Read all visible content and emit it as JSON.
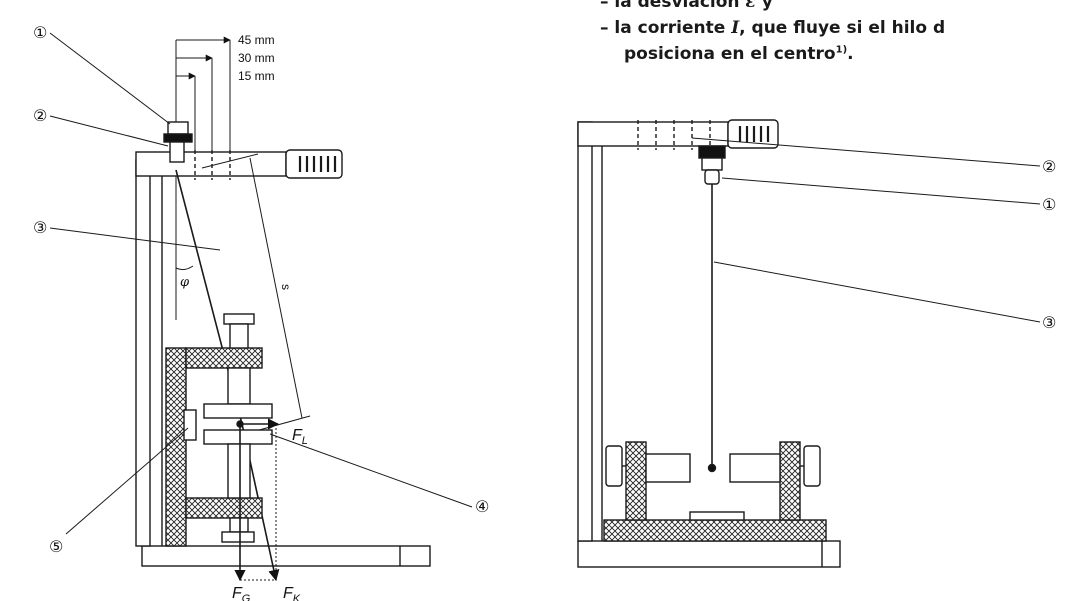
{
  "text_block": {
    "line1_prefix": "– la desviación ",
    "line1_var": "ε",
    "line1_suffix": " y",
    "line2_prefix": "– la corriente ",
    "line2_var": "I",
    "line2_suffix": ", que fluye si el hilo d",
    "line3_text": "posiciona en el centro",
    "line3_footnote": "1)",
    "line3_end": "."
  },
  "left_figure": {
    "callouts": [
      "①",
      "②",
      "③",
      "④",
      "⑤"
    ],
    "dimensions": [
      "45 mm",
      "30 mm",
      "15 mm"
    ],
    "thread_length_label": "s",
    "angle_label": "φ",
    "forces": {
      "lorentz": {
        "main": "F",
        "sub": "L"
      },
      "gravity": {
        "main": "F",
        "sub": "G"
      },
      "resultant": {
        "main": "F",
        "sub": "K"
      }
    }
  },
  "right_figure": {
    "callouts": [
      "②",
      "①",
      "③"
    ]
  },
  "colors": {
    "ink": "#1a1a1a",
    "paper": "#ffffff",
    "hatch": "#222222"
  }
}
